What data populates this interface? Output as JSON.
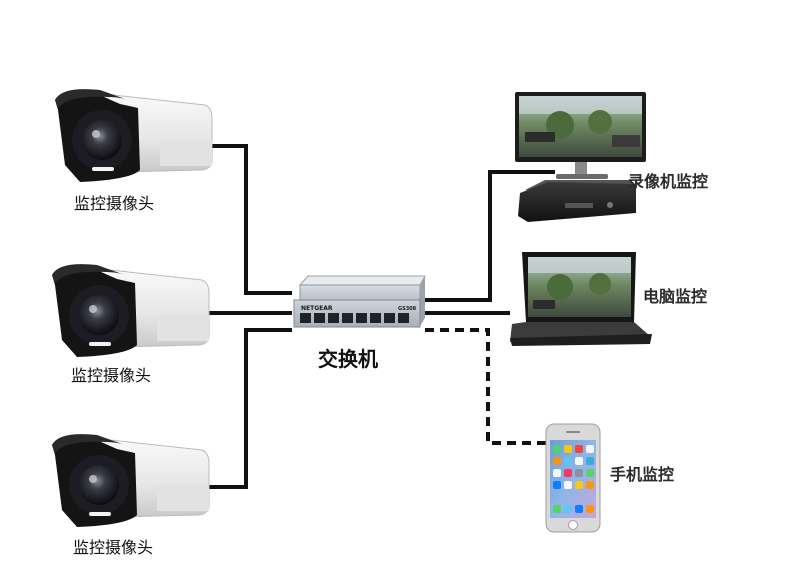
{
  "cameras": [
    {
      "label": "监控摄像头"
    },
    {
      "label": "监控摄像头"
    },
    {
      "label": "监控摄像头"
    }
  ],
  "switch": {
    "label": "交换机",
    "brand": "NETGEAR",
    "model": "GS308"
  },
  "devices": [
    {
      "label": "录像机监控"
    },
    {
      "label": "电脑监控"
    },
    {
      "label": "手机监控"
    }
  ]
}
